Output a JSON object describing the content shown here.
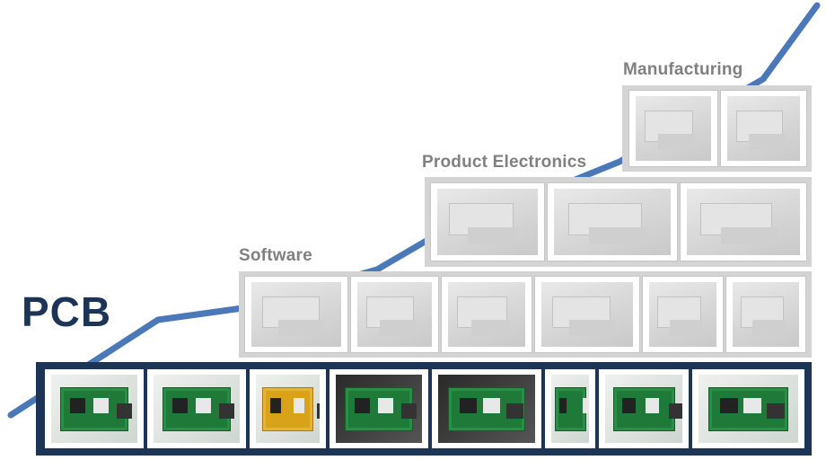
{
  "headings": {
    "pcb": "PCB",
    "software": "Software",
    "product_electronics": "Product Electronics",
    "manufacturing": "Manufacturing"
  },
  "colors": {
    "trend_line": "#4a78b8",
    "pcb_band": "#1c3557",
    "upper_band": "#d4d4d4",
    "label_gray": "#808080"
  },
  "tiers": {
    "pcb": {
      "photos": [
        "circuit-board-photo",
        "bare-board-photo",
        "yellow-board-photo",
        "motor-assembly-photo",
        "wired-board-photo",
        "small-module-photo",
        "handheld-board-photo",
        "board-array-photo"
      ]
    },
    "software": {
      "photos": [
        "lcd-display-photo",
        "cable-closeup-photo",
        "laptop-desk-photo",
        "app-screen-photo",
        "keyboard-photo",
        "monitor-photo"
      ]
    },
    "product_electronics": {
      "photos": [
        "robot-arm-photo",
        "machine-line-photo",
        "panel-array-photo"
      ]
    },
    "manufacturing": {
      "photos": [
        "warehouse-shelves-photo",
        "truck-photo"
      ]
    }
  }
}
